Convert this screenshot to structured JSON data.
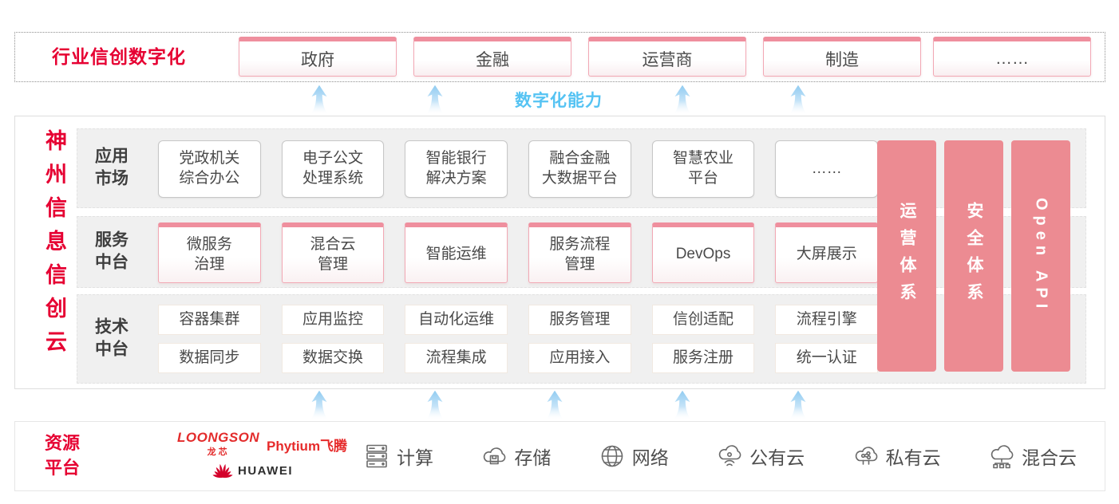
{
  "colors": {
    "accent_red": "#e60032",
    "pillar_pink": "#ec8b92",
    "capability_blue": "#55c3f3"
  },
  "industry": {
    "title": "行业信创数字化",
    "tabs": [
      "政府",
      "金融",
      "运营商",
      "制造",
      "……"
    ]
  },
  "capability_label": "数字化能力",
  "platform": {
    "title": "神州信息信创云",
    "rows": [
      {
        "label": "应用\n市场",
        "boxes": [
          "党政机关\n综合办公",
          "电子公文\n处理系统",
          "智能银行\n解决方案",
          "融合金融\n大数据平台",
          "智慧农业\n平台",
          "……"
        ]
      },
      {
        "label": "服务\n中台",
        "boxes": [
          "微服务\n治理",
          "混合云\n管理",
          "智能运维",
          "服务流程\n管理",
          "DevOps",
          "大屏展示"
        ]
      },
      {
        "label": "技术\n中台",
        "boxes_top": [
          "容器集群",
          "应用监控",
          "自动化运维",
          "服务管理",
          "信创适配",
          "流程引擎"
        ],
        "boxes_bottom": [
          "数据同步",
          "数据交换",
          "流程集成",
          "应用接入",
          "服务注册",
          "统一认证"
        ]
      }
    ],
    "pillars": [
      "运营体系",
      "安全体系",
      "Open API"
    ]
  },
  "resource": {
    "label": "资源\n平台",
    "logos": {
      "loongson_en": "LOONGSON",
      "loongson_cn": "龙芯",
      "phytium": "Phytium飞腾",
      "huawei": "HUAWEI"
    },
    "items": [
      {
        "icon": "server-icon",
        "label": "计算"
      },
      {
        "icon": "storage-cloud-icon",
        "label": "存储"
      },
      {
        "icon": "network-globe-icon",
        "label": "网络"
      },
      {
        "icon": "public-cloud-icon",
        "label": "公有云"
      },
      {
        "icon": "private-cloud-icon",
        "label": "私有云"
      },
      {
        "icon": "hybrid-cloud-icon",
        "label": "混合云"
      }
    ]
  }
}
